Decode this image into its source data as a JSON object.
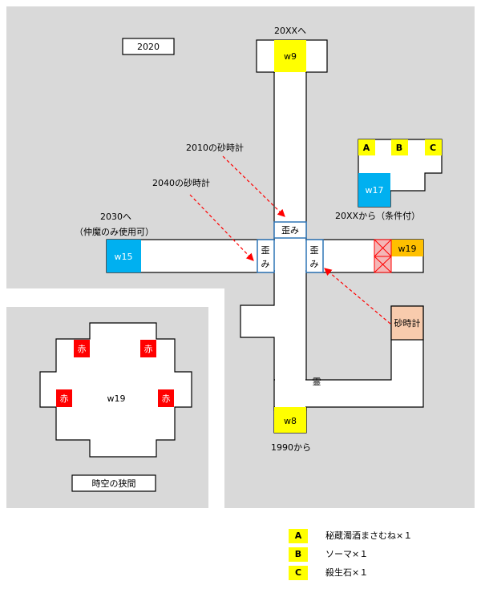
{
  "areas": {
    "past_area": "2020",
    "rift_area": "時空の狭間"
  },
  "exits": {
    "top": "20XXへ",
    "bottom": "1990から",
    "left_line1": "2030へ",
    "left_line2": "（仲魔のみ使用可）",
    "side_room": "20XXから（条件付）"
  },
  "rooms": {
    "w9": "w9",
    "w15": "w15",
    "w17": "w17",
    "w19_right": "w19",
    "w8": "w8",
    "w19_center": "w19"
  },
  "markers": {
    "distortion_top": "歪み",
    "distortion_left": "歪み",
    "distortion_right": "歪み",
    "hourglass": "砂時計",
    "spirit": "霊",
    "red_1": "赤",
    "red_2": "赤",
    "red_3": "赤",
    "red_4": "赤",
    "chest_a": "A",
    "chest_b": "B",
    "chest_c": "C"
  },
  "annotations": {
    "hourglass_2010": "2010の砂時計",
    "hourglass_2040": "2040の砂時計"
  },
  "legend": [
    {
      "key": "A",
      "text": "秘蔵濁酒まさむね×１"
    },
    {
      "key": "B",
      "text": "ソーマ×１"
    },
    {
      "key": "C",
      "text": "殺生石×１"
    }
  ],
  "colors": {
    "background_gray": "#d9d9d9",
    "floor": "#ffffff",
    "warp_yellow": "#ffff00",
    "warp_blue": "#00b0f0",
    "warp_orange": "#ffc000",
    "red_marker": "#ff0000",
    "hourglass": "#f8cbad",
    "distortion_border": "#2e75b6",
    "arrow_red": "#ff0000"
  }
}
